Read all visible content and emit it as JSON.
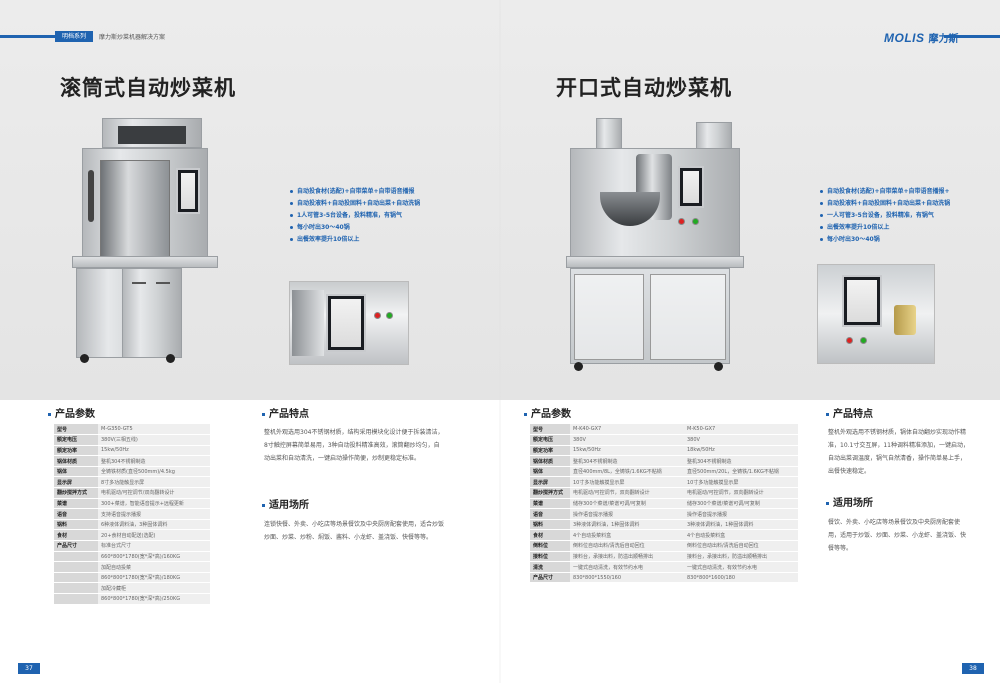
{
  "header": {
    "category": "明档系列",
    "subtitle": "摩力斯炒菜机器解决方案",
    "logo_en": "MOLIS",
    "logo_cn": "摩力斯"
  },
  "left": {
    "title": "滚筒式自动炒菜机",
    "features": [
      "自动投食材(选配)+自带菜单+自带语音播报",
      "自动投液料+自动投固料+自动出菜+自动洗锅",
      "1人可管3-5台设备，投料精准，有锅气",
      "每小时出30～40锅",
      "出餐效率提升10倍以上"
    ],
    "params_title": "产品参数",
    "params": [
      [
        "型号",
        "M-G350-GT5"
      ],
      [
        "额定电压",
        "380V(三相五线)"
      ],
      [
        "额定功率",
        "15kw/50Hz"
      ],
      [
        "锅体材质",
        "整机304不锈钢制造"
      ],
      [
        "锅体",
        "全铸铁材质(直径500mm)/4.5kg"
      ],
      [
        "显示屏",
        "8寸多功能触显示屏"
      ],
      [
        "翻炒搅拌方式",
        "电机驱动/可控调节/双向翻转设计"
      ],
      [
        "菜谱",
        "300+菜谱，智能语音提示+远程更新"
      ],
      [
        "语音",
        "支持语音提示播报"
      ],
      [
        "锅料",
        "6种液体调料油，3种固体调料"
      ],
      [
        "食材",
        "20+食材自动配送(选配)"
      ],
      [
        "产品尺寸",
        "标准台式尺寸"
      ],
      [
        "",
        "660*800*1780(宽*深*高)/160KG"
      ],
      [
        "",
        "加配自动投菜"
      ],
      [
        "",
        "860*800*1780(宽*深*高)/180KG"
      ],
      [
        "",
        "加配冷藏柜"
      ],
      [
        "",
        "860*800*1780(宽*深*高)/250KG"
      ]
    ],
    "features_title": "产品特点",
    "features_text": "整机外观选用304不锈钢材质，结构采用模块化设计便于拆装清洁，8寸触控屏幕简单易用，3种自动投料精准高效，滚筒翻炒均匀，自动出菜和自动清洗，一键启动操作简便，炒制更稳定标准。",
    "usage_title": "适用场所",
    "usage_text": "连锁快餐、外卖、小吃店等场景餐饮及中央厨房配套使用，适合炒饭炒面、炒菜、炒粉、焖饭、酱料、小龙虾、盖浇饭、快餐等等。"
  },
  "right": {
    "title": "开口式自动炒菜机",
    "features": [
      "自动投食材(选配)+自带菜单+自带语音播报+",
      "自动投液料+自动投固料+自动出菜+自动洗锅",
      "一人可管3-5台设备，投料精准，有锅气",
      "出餐效率提升10倍以上",
      "每小时出30～40锅"
    ],
    "params_title": "产品参数",
    "params": [
      [
        "型号",
        "M-K40-GX7",
        "M-K50-GX7"
      ],
      [
        "额定电压",
        "380V",
        "380V"
      ],
      [
        "额定功率",
        "15kw/50Hz",
        "18kw/50Hz"
      ],
      [
        "锅体材质",
        "整机304不锈钢制造",
        "整机304不锈钢制造"
      ],
      [
        "锅体",
        "直径400mm/8L，全铸铁/1.6KG不粘锅",
        "直径500mm/20L，全铸铁/1.6KG不粘锅"
      ],
      [
        "显示屏",
        "10寸多功能触摸显示屏",
        "10寸多功能触摸显示屏"
      ],
      [
        "翻炒搅拌方式",
        "电机驱动/可控调节，双向翻转设计",
        "电机驱动/可控调节，双向翻转设计"
      ],
      [
        "菜谱",
        "储存300个菜谱/菜谱可调/可复制",
        "储存300个菜谱/菜谱可调/可复制"
      ],
      [
        "语音",
        "操作语音提示播报",
        "操作语音提示播报"
      ],
      [
        "锅料",
        "3种液体调料油，1种固体调料",
        "3种液体调料油，1种固体调料"
      ],
      [
        "食材",
        "4个自动投菜料盒",
        "4个自动投菜料盒"
      ],
      [
        "倒料位",
        "倒料位自动出料/清洗后自动回位",
        "倒料位自动出料/清洗后自动回位"
      ],
      [
        "接料位",
        "接料台，承接出料，防溢出顺畅排出",
        "接料台，承接出料，防溢出顺畅排出"
      ],
      [
        "清洗",
        "一键式自动清洗，有效节约水电",
        "一键式自动清洗，有效节约水电"
      ],
      [
        "产品尺寸",
        "830*800*1550/160",
        "830*800*1600/180"
      ]
    ],
    "features_title": "产品特点",
    "features_text": "整机外观选用不锈钢材质，锅体自动翻炒实现动作精准，10.1寸交互屏，11种调料精准添加，一键启动，自动出菜调温度，锅气自然清香，操作简单易上手，出餐快速稳定。",
    "usage_title": "适用场所",
    "usage_text": "餐饮、外卖、小吃店等场景餐饮及中央厨房配套使用，适用于炒饭、炒面、炒菜、小龙虾、盖浇饭、快餐等等。"
  },
  "page_left": "37",
  "page_right": "38"
}
